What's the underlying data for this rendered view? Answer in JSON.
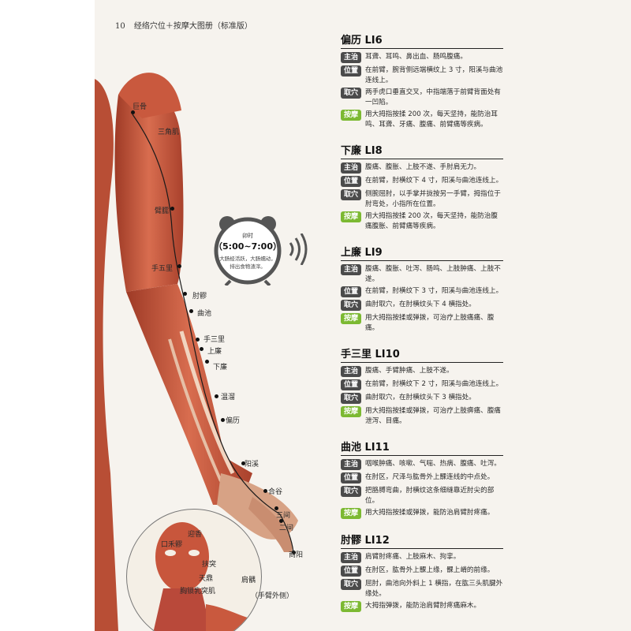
{
  "header": {
    "page_number": "10",
    "title": "经络穴位＋按摩大图册（标准版）"
  },
  "figure": {
    "labels": [
      "巨骨",
      "三角肌",
      "臂臑",
      "手五里",
      "肘髎",
      "曲池",
      "手三里",
      "上廉",
      "下廉",
      "温溜",
      "偏历",
      "阳溪",
      "合谷",
      "三间",
      "二间",
      "商阳",
      "口禾髎",
      "迎香",
      "扶突",
      "天鼎",
      "胸锁乳突肌",
      "肩髃"
    ],
    "caption": "（手臂外侧）"
  },
  "clock": {
    "title": "卯时",
    "time": "（5:00~7:00）",
    "desc1": "大肠经活跃，大肠蠕动，",
    "desc2": "排出食物渣滓。"
  },
  "tags": {
    "indication": "主治",
    "location": "位置",
    "method": "取穴",
    "massage": "按摩"
  },
  "entries": [
    {
      "title": "偏历 LI6",
      "indication": "耳聋、耳鸣、鼻出血、肠鸣腹痛。",
      "location": "在前臂，腕背侧远端横纹上 3 寸，阳溪与曲池连线上。",
      "method": "两手虎口垂直交叉，中指端落于前臂背面处有一凹陷。",
      "massage": "用大拇指按揉 200 次，每天坚持，能防治耳鸣、耳聋、牙痛、腹痛、前臂痛等疾病。"
    },
    {
      "title": "下廉 LI8",
      "indication": "腹痛、腹胀、上肢不遂、手肘肩无力。",
      "location": "在前臂，肘横纹下 4 寸，阳溪与曲池连线上。",
      "method": "侧腕屈肘，以手掌并拢按另一手臂，拇指位于肘弯处，小指所在位置。",
      "massage": "用大拇指按揉 200 次，每天坚持，能防治腹痛腹胀、前臂痛等疾病。"
    },
    {
      "title": "上廉 LI9",
      "indication": "腹痛、腹胀、吐泻、肠鸣、上肢肿痛、上肢不遂。",
      "location": "在前臂，肘横纹下 3 寸，阳溪与曲池连线上。",
      "method": "曲肘取穴，在肘横纹头下 4 横指处。",
      "massage": "用大拇指按揉或弹拨，可治疗上肢痛痛、腹痛。"
    },
    {
      "title": "手三里 LI10",
      "indication": "腹痛、手臂肿痛、上肢不遂。",
      "location": "在前臂，肘横纹下 2 寸，阳溪与曲池连线上。",
      "method": "曲肘取穴，在肘横纹头下 3 横指处。",
      "massage": "用大拇指按揉或弹拨，可治疗上肢痹痛、腹痛泄泻、目痛。"
    },
    {
      "title": "曲池 LI11",
      "indication": "咽喉肿痛、咳嗽、气喘、热病、腹痛、吐泻。",
      "location": "在肘区，尺泽与肱骨外上髁连线的中点处。",
      "method": "把胳膊弯曲，肘横纹这条细缝靠近肘尖的部位。",
      "massage": "用大拇指按揉或弹拨，能防治肩臂肘疼痛。"
    },
    {
      "title": "肘髎 LI12",
      "indication": "肩臂肘疼痛、上肢麻木、拘挛。",
      "location": "在肘区，肱骨外上髁上缘，髁上嵴的前缘。",
      "method": "屈肘，曲池向外斜上 1 横指，在肱三头肌腱外缘处。",
      "massage": "大拇指弹拨，能防治肩臂肘疼痛麻木。"
    }
  ],
  "colors": {
    "tag_dark": "#4b4b4b",
    "tag_green": "#7cb932",
    "muscle": "#c2543b",
    "background": "#f6f3ee"
  }
}
